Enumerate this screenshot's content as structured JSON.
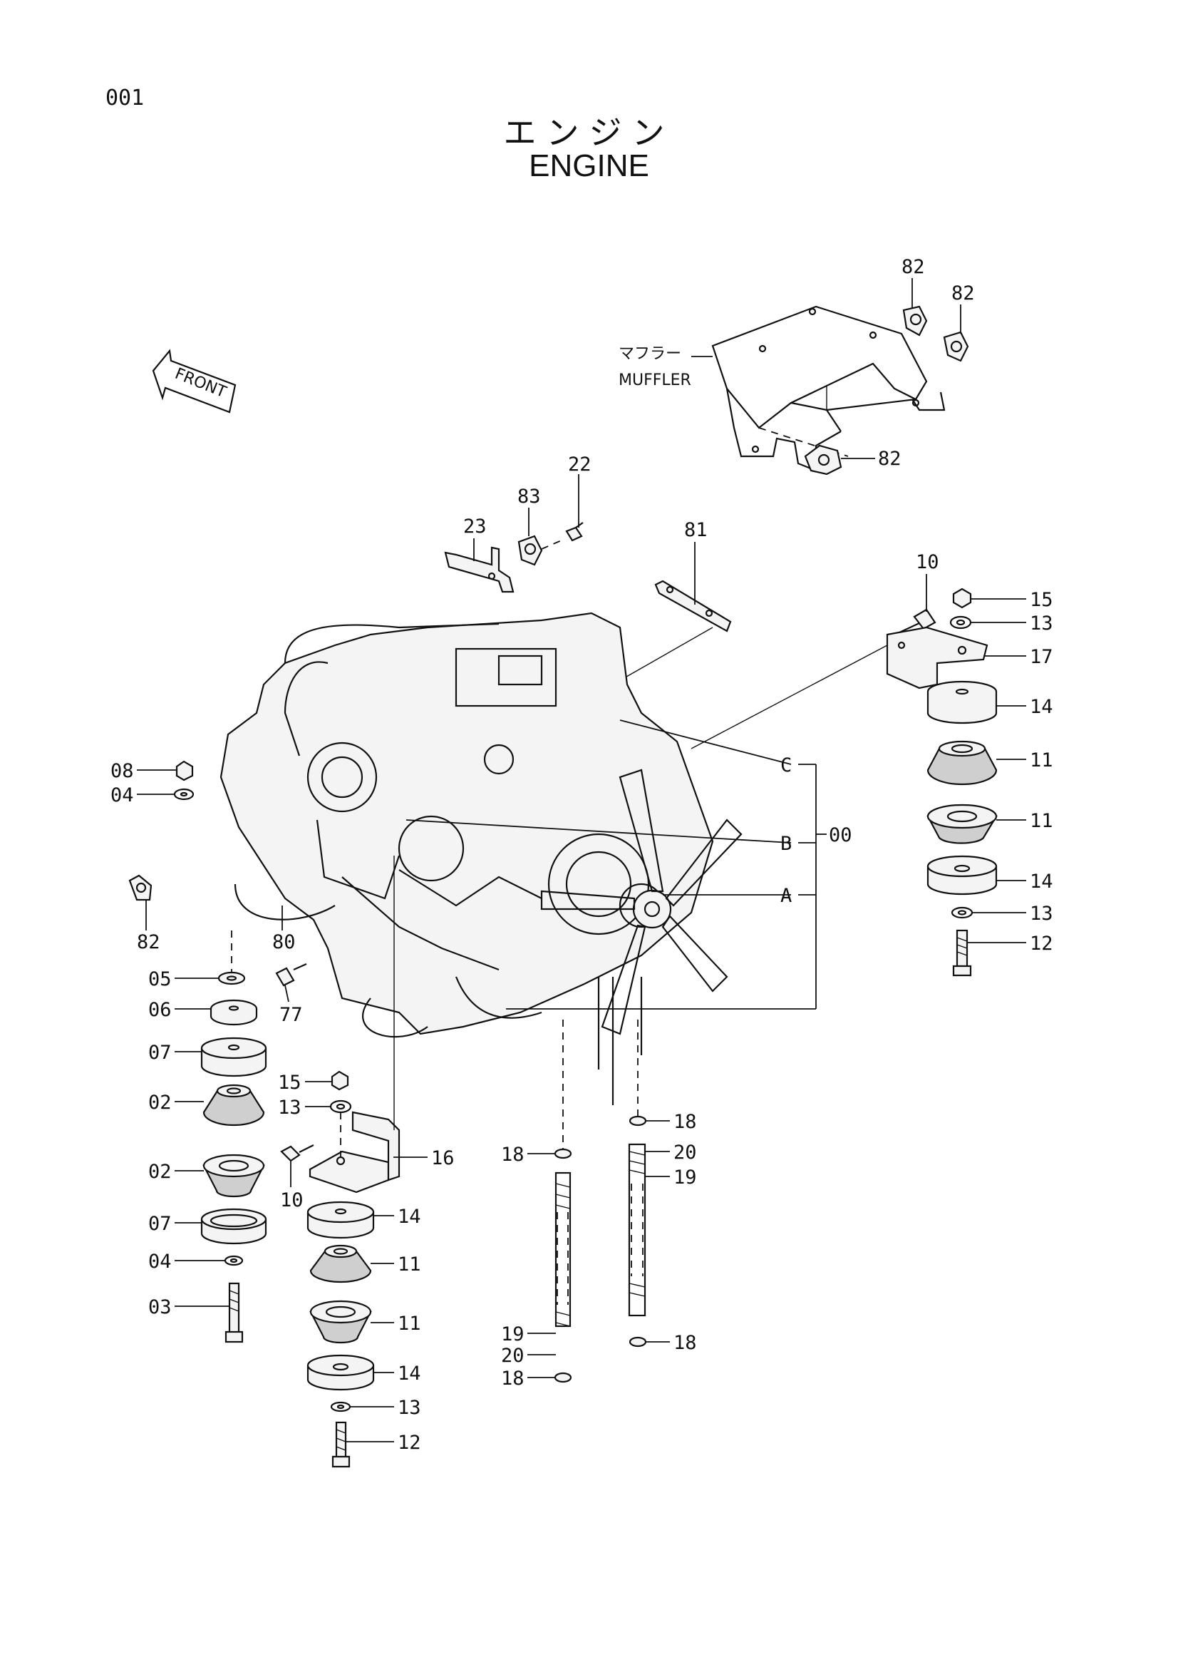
{
  "page_number": "001",
  "title_jp": "エンジン",
  "title_en": "ENGINE",
  "front_arrow": "FRONT",
  "muffler_jp": "マフラー",
  "muffler_en": "MUFFLER",
  "group_refs": {
    "a": "A",
    "b": "B",
    "c": "C",
    "assembly": "00"
  },
  "callouts": {
    "c82a": "82",
    "c82b": "82",
    "c82c": "82",
    "c82d": "82",
    "c22": "22",
    "c83": "83",
    "c23": "23",
    "c81": "81",
    "c10a": "10",
    "c15a": "15",
    "c13a": "13",
    "c17": "17",
    "c14a": "14",
    "c11a": "11",
    "c11b": "11",
    "c14b": "14",
    "c13b": "13",
    "c12a": "12",
    "c08": "08",
    "c04a": "04",
    "c80": "80",
    "c05": "05",
    "c77": "77",
    "c06": "06",
    "c07a": "07",
    "c02a": "02",
    "c15b": "15",
    "c13c": "13",
    "c16": "16",
    "c02b": "02",
    "c10b": "10",
    "c14c": "14",
    "c07b": "07",
    "c11c": "11",
    "c04b": "04",
    "c03": "03",
    "c11d": "11",
    "c14d": "14",
    "c13d": "13",
    "c12b": "12",
    "c18a": "18",
    "c18b": "18",
    "c20a": "20",
    "c19a": "19",
    "c19b": "19",
    "c20b": "20",
    "c18c": "18",
    "c18d": "18"
  }
}
